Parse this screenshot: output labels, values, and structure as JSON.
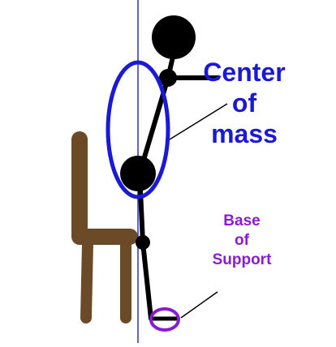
{
  "labels": {
    "center_of_mass": {
      "line1": "Center",
      "line2": "of",
      "line3": "mass"
    },
    "base_of_support": {
      "line1": "Base",
      "line2": "of",
      "line3": "Support"
    }
  },
  "colors": {
    "background": "#ffffff",
    "figure": "#000000",
    "chair": "#6b4a28",
    "center_of_mass_marker": "#1a1ad6",
    "base_of_support_marker": "#8a1ad6",
    "vertical_reference_line": "#3030c0"
  }
}
